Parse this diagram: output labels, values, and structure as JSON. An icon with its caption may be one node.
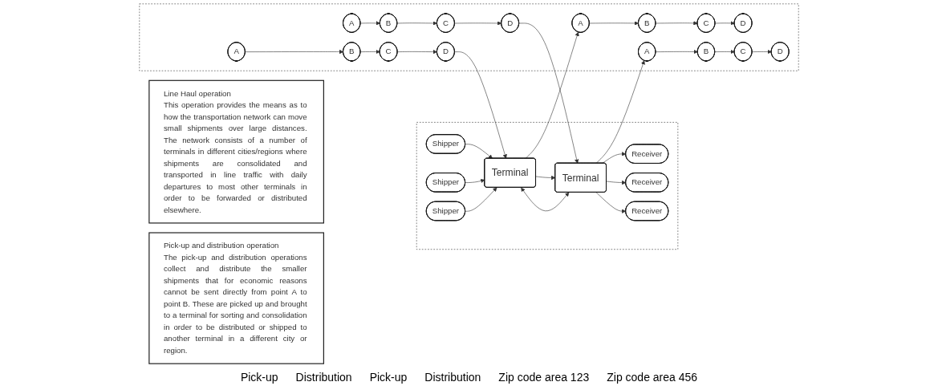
{
  "diagram": {
    "nodes": [
      {
        "text": [
          "Line Haul operation",
          "This operation provides the means as to how the transportation network can move small shipments over large distances. The network consists of a number of terminals in different cities/regions where shipments are consolidated and transported in line traffic with daily departures to most other terminals in order to be forwarded or distributed elsewhere."
        ]
      },
      {
        "text": [],
        "shape": "box"
      },
      {
        "text": [
          "Shipper"
        ],
        "in": 1
      },
      {
        "text": [
          "Shipper"
        ],
        "in": 1
      },
      {
        "text": [
          "Shipper"
        ],
        "in": 1
      },
      {
        "text": [
          "Terminal"
        ],
        "in": 1
      },
      {
        "text": [
          "Terminal"
        ],
        "in": 1
      },
      {
        "text": [
          "Receiver"
        ],
        "in": 1
      },
      {
        "text": [
          "Receiver"
        ],
        "in": 1
      },
      {
        "text": [
          "Receiver"
        ],
        "in": 1
      },
      {
        "text": [
          "Pick-up and distribution operation",
          "The pick-up and distribution operations collect and distribute the smaller shipments that for economic reasons cannot be sent directly from point A to point B. These are picked up and brought to a terminal for sorting and consolidation in order to be distributed or shipped to another terminal in a different city or region."
        ]
      },
      {
        "text": [],
        "shape": "box"
      },
      {
        "text": [
          "A"
        ],
        "in": 11
      },
      {
        "text": [
          "D"
        ],
        "in": 11
      },
      {
        "text": [
          "A"
        ],
        "in": 11
      },
      {
        "text": [
          "D"
        ],
        "in": 11
      },
      {
        "text": [
          "A"
        ],
        "in": 11
      },
      {
        "text": [
          "D"
        ],
        "in": 11
      },
      {
        "text": [
          "A"
        ],
        "in": 11
      },
      {
        "text": [
          "D"
        ],
        "in": 11
      },
      {
        "text": [
          "B"
        ],
        "in": 11
      },
      {
        "text": [
          "C"
        ],
        "in": 11
      },
      {
        "text": [
          "B"
        ],
        "in": 11
      },
      {
        "text": [
          "C"
        ],
        "in": 11
      },
      {
        "text": [
          "B"
        ],
        "in": 11
      },
      {
        "text": [
          "C"
        ],
        "in": 11
      },
      {
        "text": [
          "B"
        ],
        "in": 11
      },
      {
        "text": [
          "C"
        ],
        "in": 11
      }
    ],
    "edges": [
      {
        "from": 2,
        "to": 5,
        "arrow": "to"
      },
      {
        "from": 3,
        "to": 5,
        "arrow": "to"
      },
      {
        "from": 4,
        "to": 5,
        "arrow": "to"
      },
      {
        "from": 5,
        "to": 6,
        "arrow": "to"
      },
      {
        "from": 5,
        "to": 6,
        "arrow": "both"
      },
      {
        "from": 6,
        "to": 7,
        "arrow": "to"
      },
      {
        "from": 6,
        "to": 8,
        "arrow": "to"
      },
      {
        "from": 6,
        "to": 9,
        "arrow": "to"
      },
      {
        "from": 12,
        "to": 20,
        "arrow": "to"
      },
      {
        "from": 20,
        "to": 21,
        "arrow": "to"
      },
      {
        "from": 21,
        "to": 13,
        "arrow": "to"
      },
      {
        "from": 13,
        "to": 5,
        "arrow": "to"
      },
      {
        "from": 5,
        "to": 14,
        "arrow": "to"
      },
      {
        "from": 14,
        "to": 22,
        "arrow": "to"
      },
      {
        "from": 22,
        "to": 23,
        "arrow": "to"
      },
      {
        "from": 23,
        "to": 15,
        "arrow": "to"
      },
      {
        "from": 16,
        "to": 24,
        "arrow": "to"
      },
      {
        "from": 24,
        "to": 25,
        "arrow": "to"
      },
      {
        "from": 25,
        "to": 17,
        "arrow": "to"
      },
      {
        "from": 17,
        "to": 6,
        "arrow": "to"
      },
      {
        "from": 6,
        "to": 18,
        "arrow": "to"
      },
      {
        "from": 18,
        "to": 26,
        "arrow": "to"
      },
      {
        "from": 26,
        "to": 27,
        "arrow": "to"
      },
      {
        "from": 27,
        "to": 19,
        "arrow": "to"
      }
    ],
    "labels": [
      "Pick-up",
      "Distribution",
      "Pick-up",
      "Distribution",
      "Zip code area 123",
      "Zip code area 456"
    ]
  }
}
